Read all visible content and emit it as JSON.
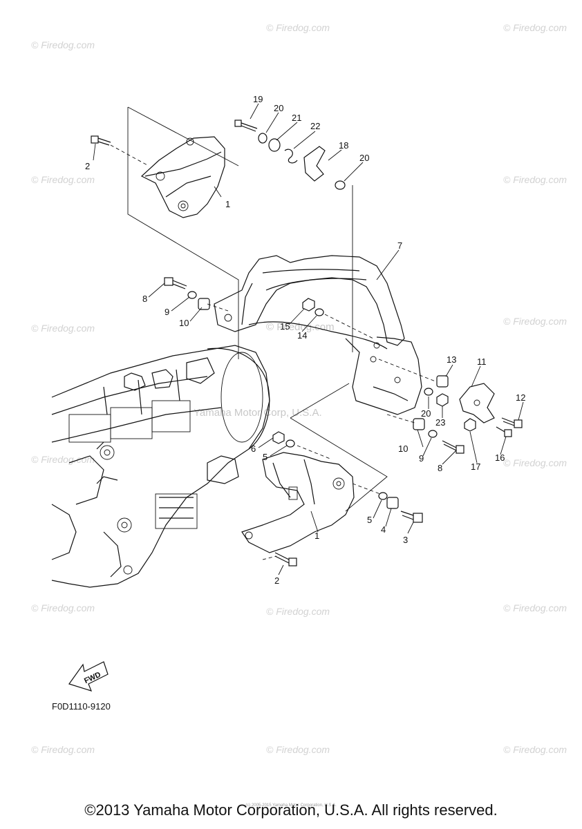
{
  "diagram_code": "F0D1110-9120",
  "fwd_label": "FWD",
  "copyright": "©2013 Yamaha Motor Corporation, U.S.A. All rights reserved.",
  "tiny_note": "(c) 2005-2015 Yamaha Motor Corporation, U.S.A.",
  "watermark_text": "© Firedog.com",
  "watermark_center_1": "© Firedog.com",
  "watermark_center_2": "Yamaha Motor Corp, U.S.A.",
  "callouts": {
    "c1a": "1",
    "c1b": "1",
    "c2a": "2",
    "c2b": "2",
    "c3": "3",
    "c4": "4",
    "c5a": "5",
    "c5b": "5",
    "c6": "6",
    "c7": "7",
    "c8a": "8",
    "c8b": "8",
    "c9a": "9",
    "c9b": "9",
    "c10a": "10",
    "c10b": "10",
    "c11": "11",
    "c12": "12",
    "c13": "13",
    "c14": "14",
    "c15": "15",
    "c16": "16",
    "c17": "17",
    "c18": "18",
    "c19": "19",
    "c20a": "20",
    "c20b": "20",
    "c20c": "20",
    "c21": "21",
    "c22": "22",
    "c23": "23"
  }
}
